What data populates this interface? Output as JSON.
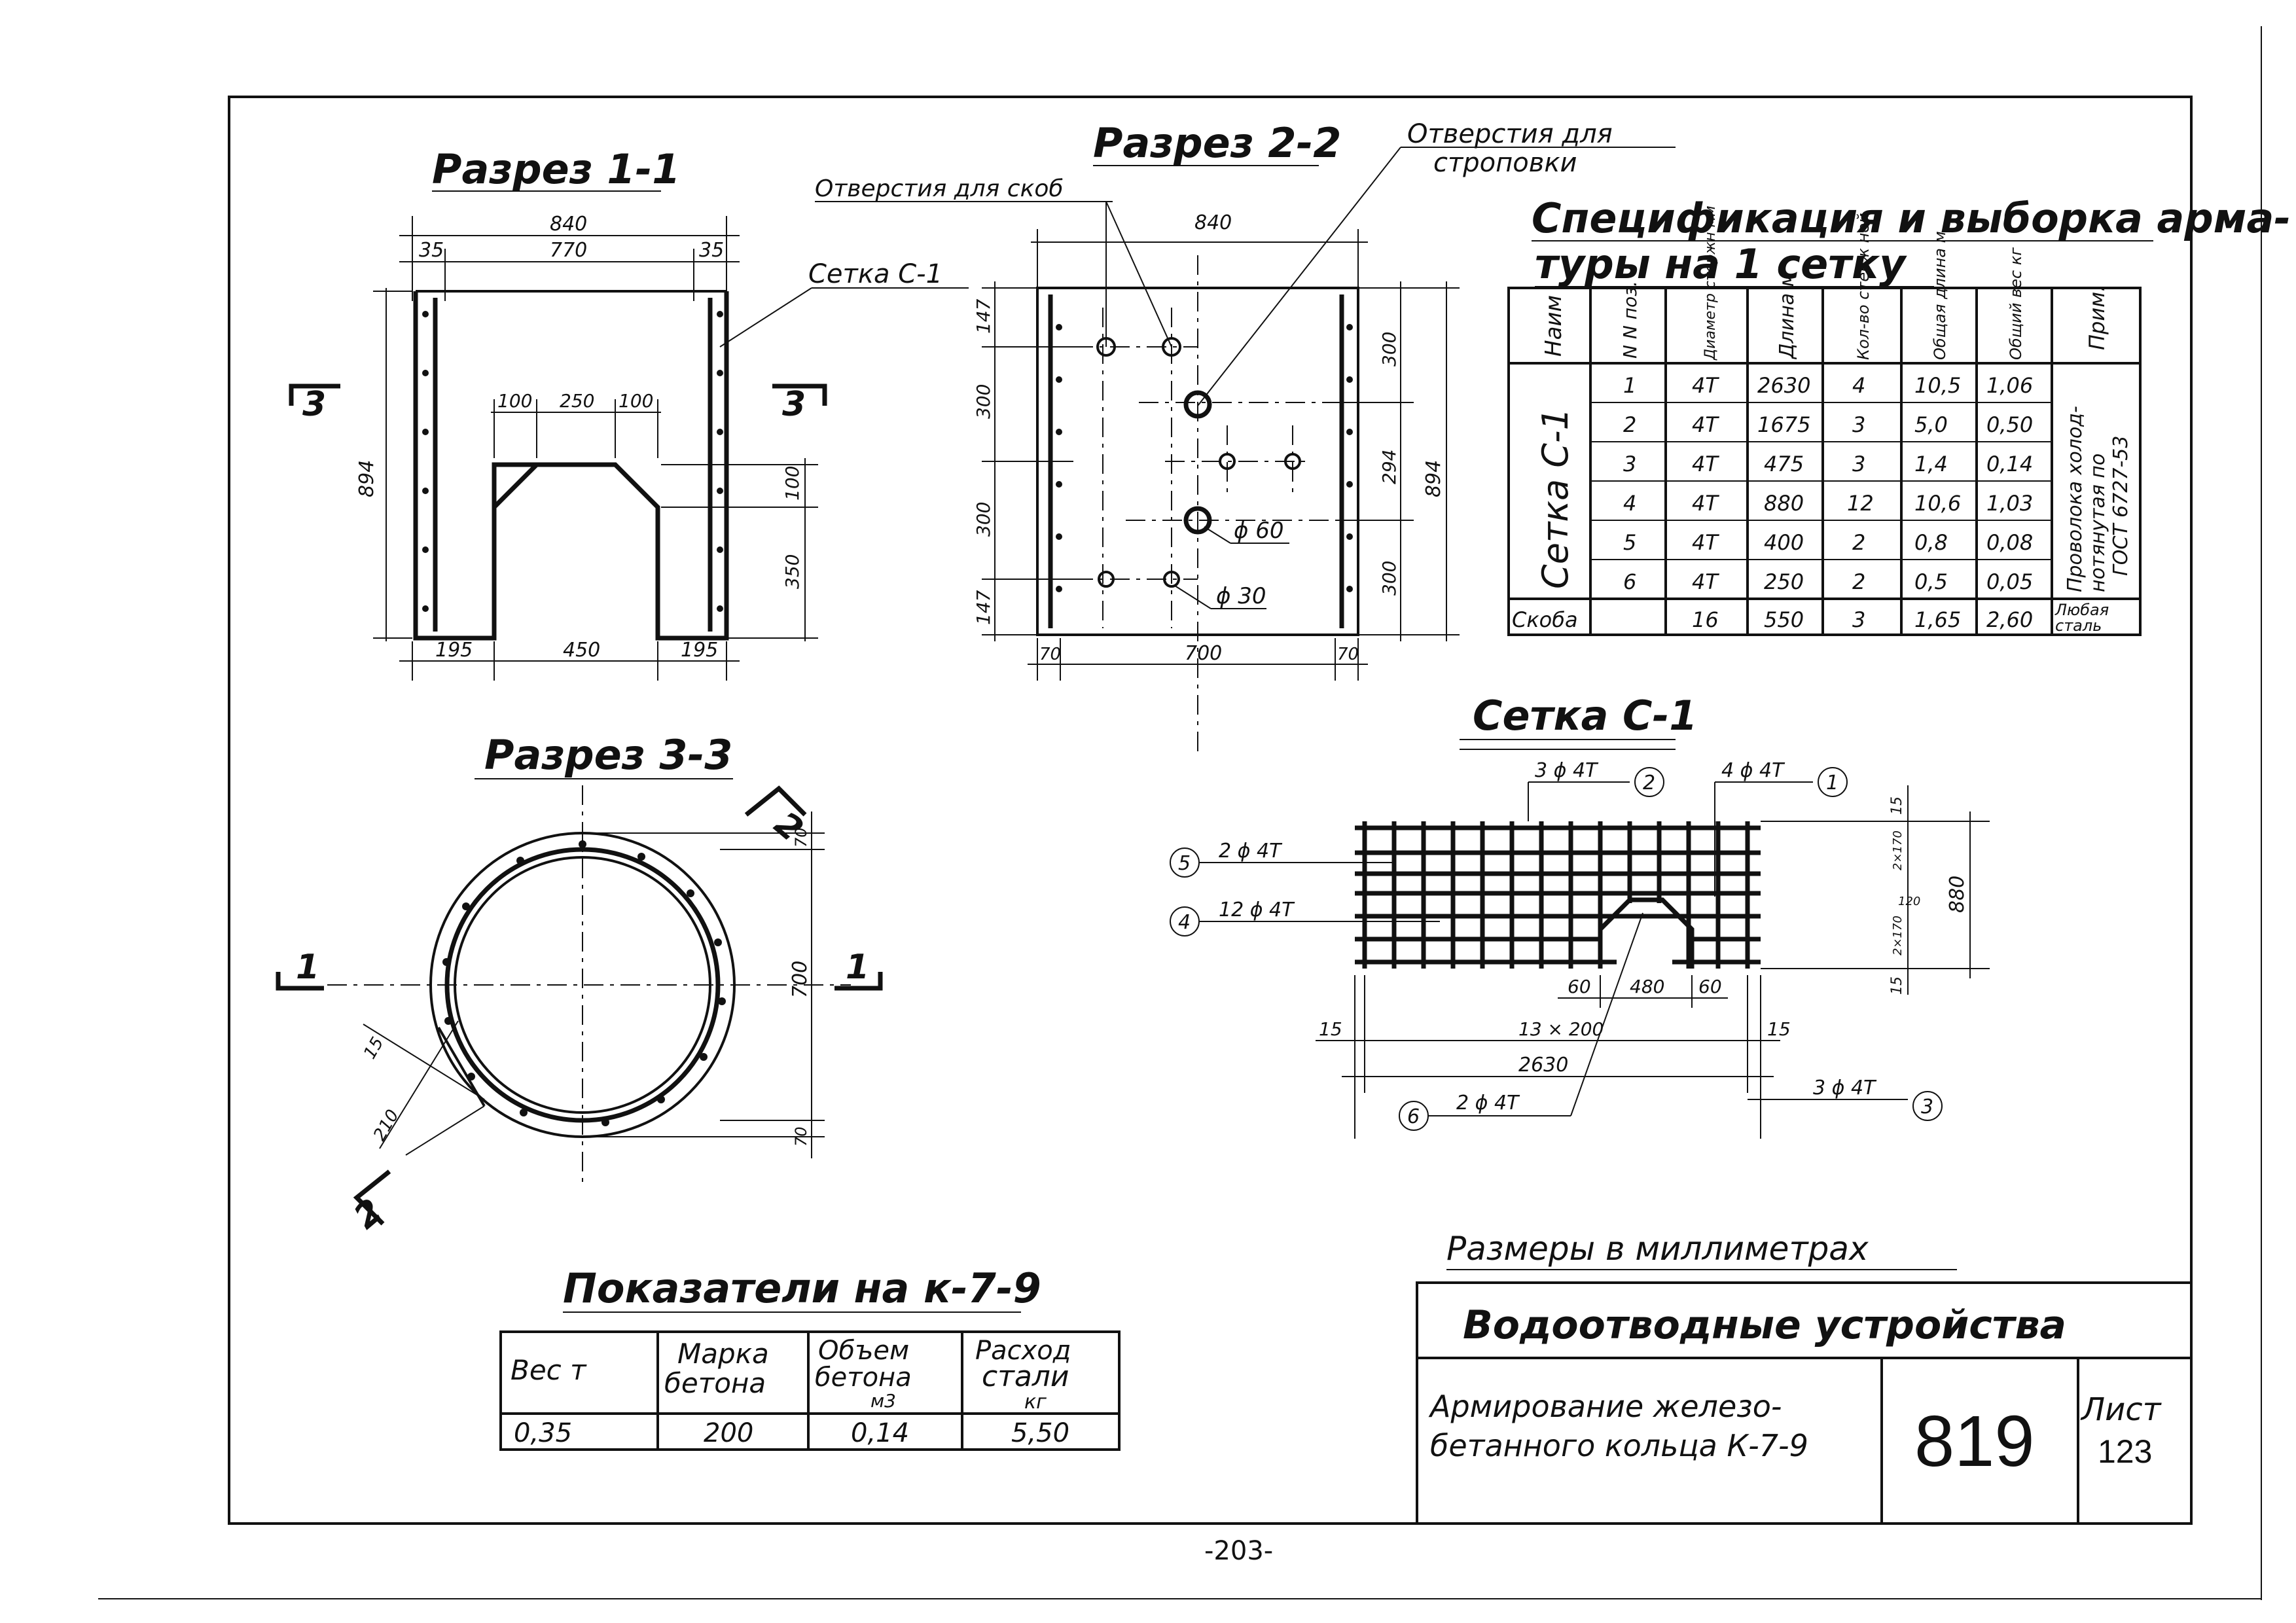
{
  "section11": {
    "title": "Разрез 1-1",
    "d840": "840",
    "d35a": "35",
    "d770": "770",
    "d35b": "35",
    "d100a": "100",
    "d250": "250",
    "d100b": "100",
    "d894": "894",
    "d100v": "100",
    "d350": "350",
    "d195a": "195",
    "d450": "450",
    "d195b": "195",
    "cut3l": "3",
    "cut3r": "3"
  },
  "section22": {
    "title": "Разрез 2-2",
    "d840": "840",
    "d147a": "147",
    "d300a": "300",
    "d300b": "300",
    "d147b": "147",
    "d300r1": "300",
    "d294": "294",
    "d300r2": "300",
    "d894": "894",
    "d70a": "70",
    "d700": "700",
    "d70b": "70",
    "phi60": "ϕ 60",
    "phi30": "ϕ 30"
  },
  "section33": {
    "title": "Разрез 3-3",
    "d70t": "70",
    "d700": "700",
    "d70b": "70",
    "d15": "15",
    "d210": "210",
    "cut1l": "1",
    "cut1r": "1",
    "cut2t": "2",
    "cut2b": "2"
  },
  "labels": {
    "holes_brackets": "Отверстия для скоб",
    "holes_sling_1": "Отверстия для",
    "holes_sling_2": "строповки",
    "mesh_callout": "Сетка С-1"
  },
  "spec": {
    "title_1": "Спецификация и выборка арма-",
    "title_2": "туры на 1 сетку",
    "headers": [
      "Наим",
      "N N поз.",
      "Диаметр стержн мм",
      "Длина м",
      "Кол-во стерж ней",
      "Общая длина м",
      "Общий вес кг",
      "Прим."
    ],
    "group": "Сетка С-1",
    "rows": [
      [
        "1",
        "4T",
        "2630",
        "4",
        "10,5",
        "1,06"
      ],
      [
        "2",
        "4T",
        "1675",
        "3",
        "5,0",
        "0,50"
      ],
      [
        "3",
        "4T",
        "475",
        "3",
        "1,4",
        "0,14"
      ],
      [
        "4",
        "4T",
        "880",
        "12",
        "10,6",
        "1,03"
      ],
      [
        "5",
        "4T",
        "400",
        "2",
        "0,8",
        "0,08"
      ],
      [
        "6",
        "4T",
        "250",
        "2",
        "0,5",
        "0,05"
      ]
    ],
    "note_mesh_1": "Проволока холод-",
    "note_mesh_2": "нотянутая по",
    "note_mesh_3": "ГОСТ 6727-53",
    "bracket_row": [
      "Скоба",
      "",
      "16",
      "550",
      "3",
      "1,65",
      "2,60"
    ],
    "note_bracket_1": "Любая",
    "note_bracket_2": "сталь"
  },
  "mesh": {
    "title": "Сетка С-1",
    "c2": "3 ϕ 4T",
    "n2": "2",
    "c1": "4 ϕ 4T",
    "n1": "1",
    "c5": "2 ϕ 4T",
    "n5": "5",
    "c4": "12 ϕ 4T",
    "n4": "4",
    "c3": "3 ϕ 4T",
    "n3": "3",
    "c6": "2 ϕ 4T",
    "n6": "6",
    "d60a": "60",
    "d480": "480",
    "d60b": "60",
    "d15l": "15",
    "d13x200": "13 × 200",
    "d2630": "2630",
    "d15r": "15",
    "d880": "880",
    "d15t": "15",
    "d2x170a": "2×170",
    "d120": "120",
    "d2x170b": "2×170",
    "d15b": "15"
  },
  "indicators": {
    "title": "Показатели на к-7-9",
    "h1": "Вес т",
    "h2_1": "Марка",
    "h2_2": "бетона",
    "h3_1": "Объем",
    "h3_2": "бетона",
    "h3_3": "м3",
    "h4_1": "Расход",
    "h4_2": "стали",
    "h4_3": "кг",
    "v1": "0,35",
    "v2": "200",
    "v3": "0,14",
    "v4": "5,50"
  },
  "stamp": {
    "dims_note": "Размеры в миллиметрах",
    "header": "Водоотводные устройства",
    "desc_1": "Армирование железо-",
    "desc_2": "бетанного кольца К-7-9",
    "number": "819",
    "sheet_label": "Лист",
    "sheet_no": "123"
  },
  "page_number": "-203-"
}
